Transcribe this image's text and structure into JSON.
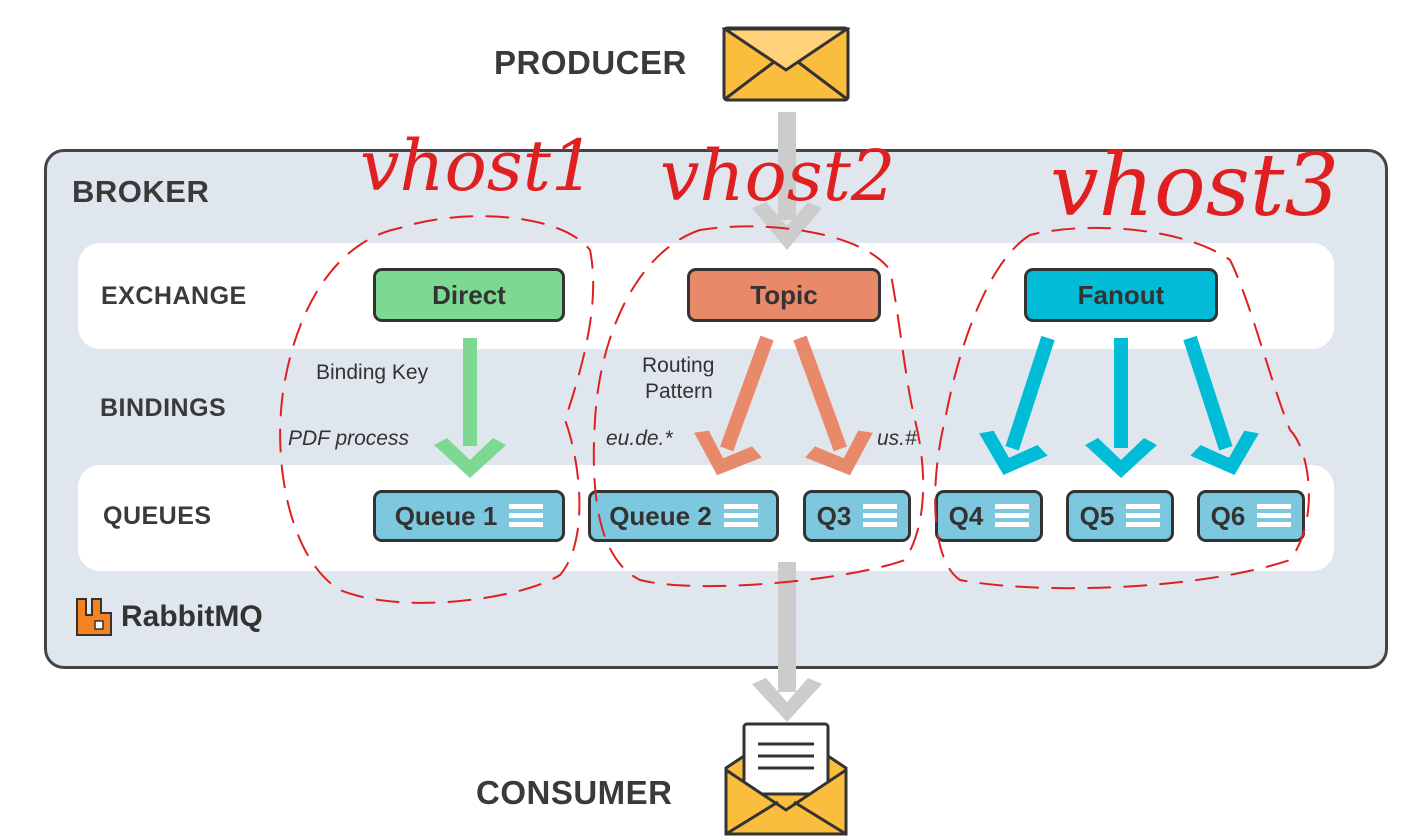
{
  "producer": {
    "label": "PRODUCER",
    "icon": "envelope-icon"
  },
  "consumer": {
    "label": "CONSUMER",
    "icon": "open-envelope-icon"
  },
  "broker": {
    "label": "BROKER"
  },
  "rows": {
    "exchange": "EXCHANGE",
    "bindings": "BINDINGS",
    "queues": "QUEUES"
  },
  "exchanges": [
    {
      "label": "Direct",
      "color": "#7dd891"
    },
    {
      "label": "Topic",
      "color": "#e8896a"
    },
    {
      "label": "Fanout",
      "color": "#00bcd7"
    }
  ],
  "bindings": {
    "binding_key": "Binding Key",
    "pdf_process": "PDF process",
    "routing_pattern_1": "Routing",
    "routing_pattern_2": "Pattern",
    "eu_de": "eu.de.*",
    "us": "us.#"
  },
  "queues": [
    {
      "label": "Queue 1"
    },
    {
      "label": "Queue 2"
    },
    {
      "label": "Q3"
    },
    {
      "label": "Q4"
    },
    {
      "label": "Q5"
    },
    {
      "label": "Q6"
    }
  ],
  "brand": {
    "label": "RabbitMQ",
    "icon": "rabbitmq-logo-icon",
    "color": "#f58220"
  },
  "annotations": {
    "vhost1": "vhost1",
    "vhost2": "vhost2",
    "vhost3": "vhost3",
    "color": "#e02020"
  },
  "colors": {
    "arrow_gray": "#cccccc",
    "green": "#7dd891",
    "orange": "#e8896a",
    "cyan": "#00bcd7",
    "envelope": "#fbbd3e"
  }
}
